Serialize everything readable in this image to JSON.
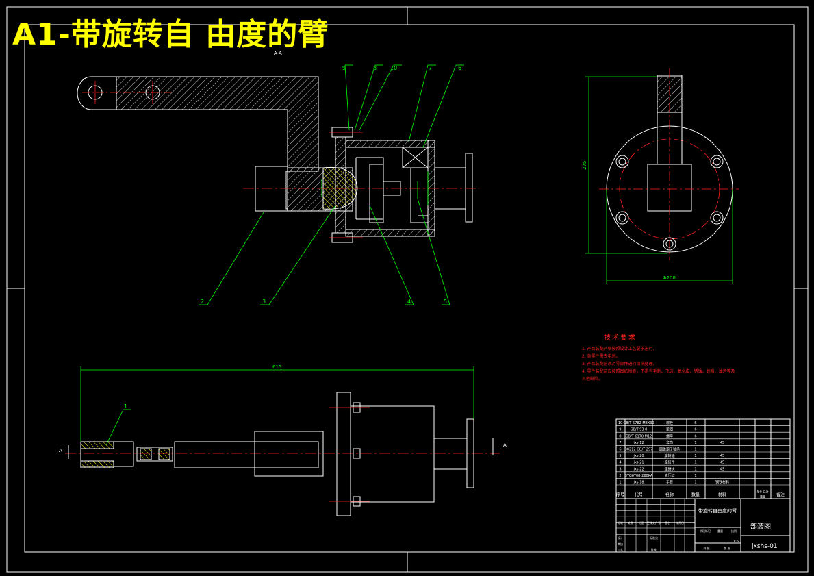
{
  "title": "A1-带旋转自 由度的臂",
  "section_label": "A-A",
  "section_arrow_left": "A",
  "section_arrow_right": "A",
  "balloons": [
    "1",
    "2",
    "3",
    "4",
    "5",
    "6",
    "7",
    "8",
    "9",
    "10"
  ],
  "dimensions": {
    "overall_length": "615",
    "height": "275",
    "diameter": "Φ200"
  },
  "tech_requirements": {
    "title": "技术要求",
    "items": [
      "1. 产品装配严格按照设计工艺要求进行。",
      "2. 各零件需去毛刺。",
      "3. 产品装配前须对零部件进行清洗处理。",
      "4. 零件装配前应按照图纸检查，不得有毛刺、飞边、氧化皮、锈蚀、划痕、油污等及",
      "其他缺陷。"
    ]
  },
  "bom": {
    "rows": [
      {
        "no": "10",
        "code": "GB/T 5782 M8X30",
        "name": "螺栓",
        "qty": "6",
        "mat": ""
      },
      {
        "no": "9",
        "code": "GB/T 93 8",
        "name": "垫圈",
        "qty": "6",
        "mat": ""
      },
      {
        "no": "8",
        "code": "GB/T 6170 M12",
        "name": "螺母",
        "qty": "6",
        "mat": ""
      },
      {
        "no": "7",
        "code": "jxs-12",
        "name": "套筒",
        "qty": "1",
        "mat": "45"
      },
      {
        "no": "6",
        "code": "30212 GB/T 297",
        "name": "圆锥滚子轴承",
        "qty": "1",
        "mat": ""
      },
      {
        "no": "5",
        "code": "jxs-20",
        "name": "旋转轴",
        "qty": "1",
        "mat": "45"
      },
      {
        "no": "4",
        "code": "jxs-21",
        "name": "连接件",
        "qty": "1",
        "mat": "45"
      },
      {
        "no": "3",
        "code": "jxs-22",
        "name": "连接块",
        "qty": "1",
        "mat": "45"
      },
      {
        "no": "2",
        "code": "SYG6T08-280KA",
        "name": "液压缸",
        "qty": "1",
        "mat": ""
      },
      {
        "no": "1",
        "code": "jxs-18",
        "name": "手臂",
        "qty": "1",
        "mat": "钢铁材料"
      }
    ],
    "header": {
      "no": "序号",
      "code": "代号",
      "name": "名称",
      "qty": "数量",
      "mat": "材料",
      "weight": "单件 总计",
      "weight_label": "重量",
      "remark": "备注"
    }
  },
  "title_block": {
    "drawing_name": "带旋转自由度的臂",
    "drawing_type": "部装图",
    "drawing_number": "jxshs-01",
    "scale": "1:5",
    "labels": [
      "标记",
      "处数",
      "分区",
      "更改文件号",
      "签名",
      "年月日",
      "设计",
      "标准化",
      "审核",
      "工艺",
      "批准",
      "阶段标记",
      "重量",
      "比例",
      "共 张",
      "第 张"
    ]
  },
  "colors": {
    "line": "#ffffff",
    "dimension": "#00ff00",
    "center": "#ff2020",
    "title": "#ffff00",
    "hatch": "#ffff00"
  }
}
